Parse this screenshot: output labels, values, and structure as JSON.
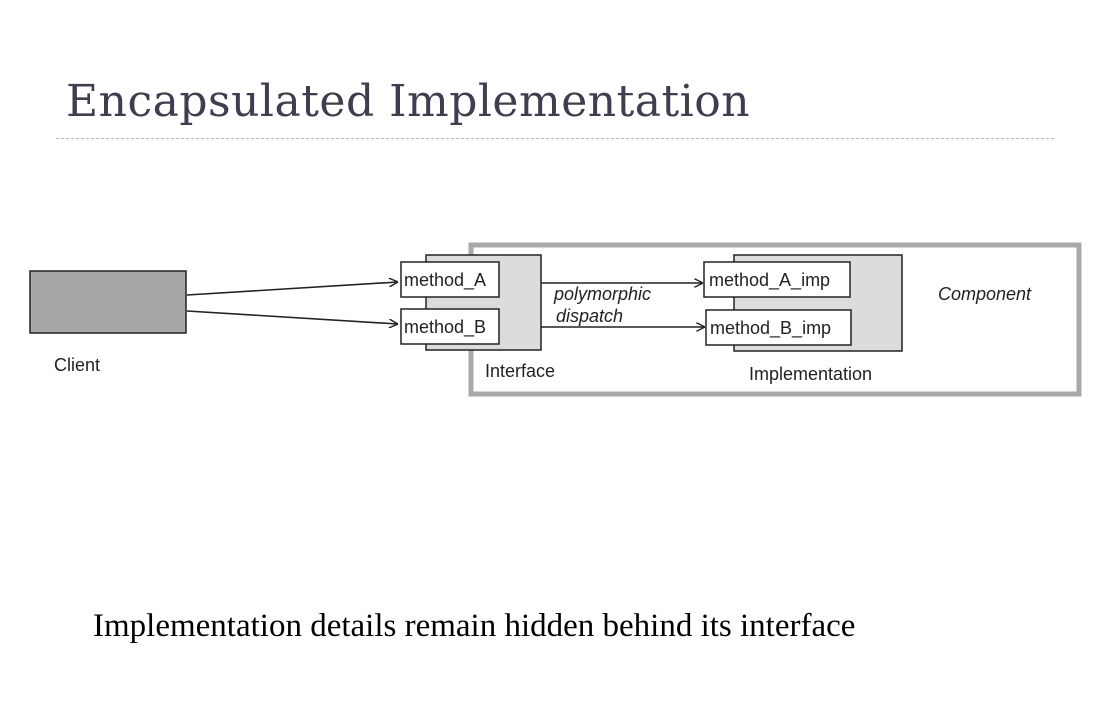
{
  "slide": {
    "title": "Encapsulated Implementation",
    "caption": "Implementation details remain hidden behind its interface"
  },
  "diagram": {
    "client_label": "Client",
    "interface_label": "Interface",
    "implementation_label": "Implementation",
    "component_label": "Component",
    "dispatch_label_line1": "polymorphic",
    "dispatch_label_line2": "dispatch",
    "interface_methods": [
      "method_A",
      "method_B"
    ],
    "implementation_methods": [
      "method_A_imp",
      "method_B_imp"
    ]
  }
}
